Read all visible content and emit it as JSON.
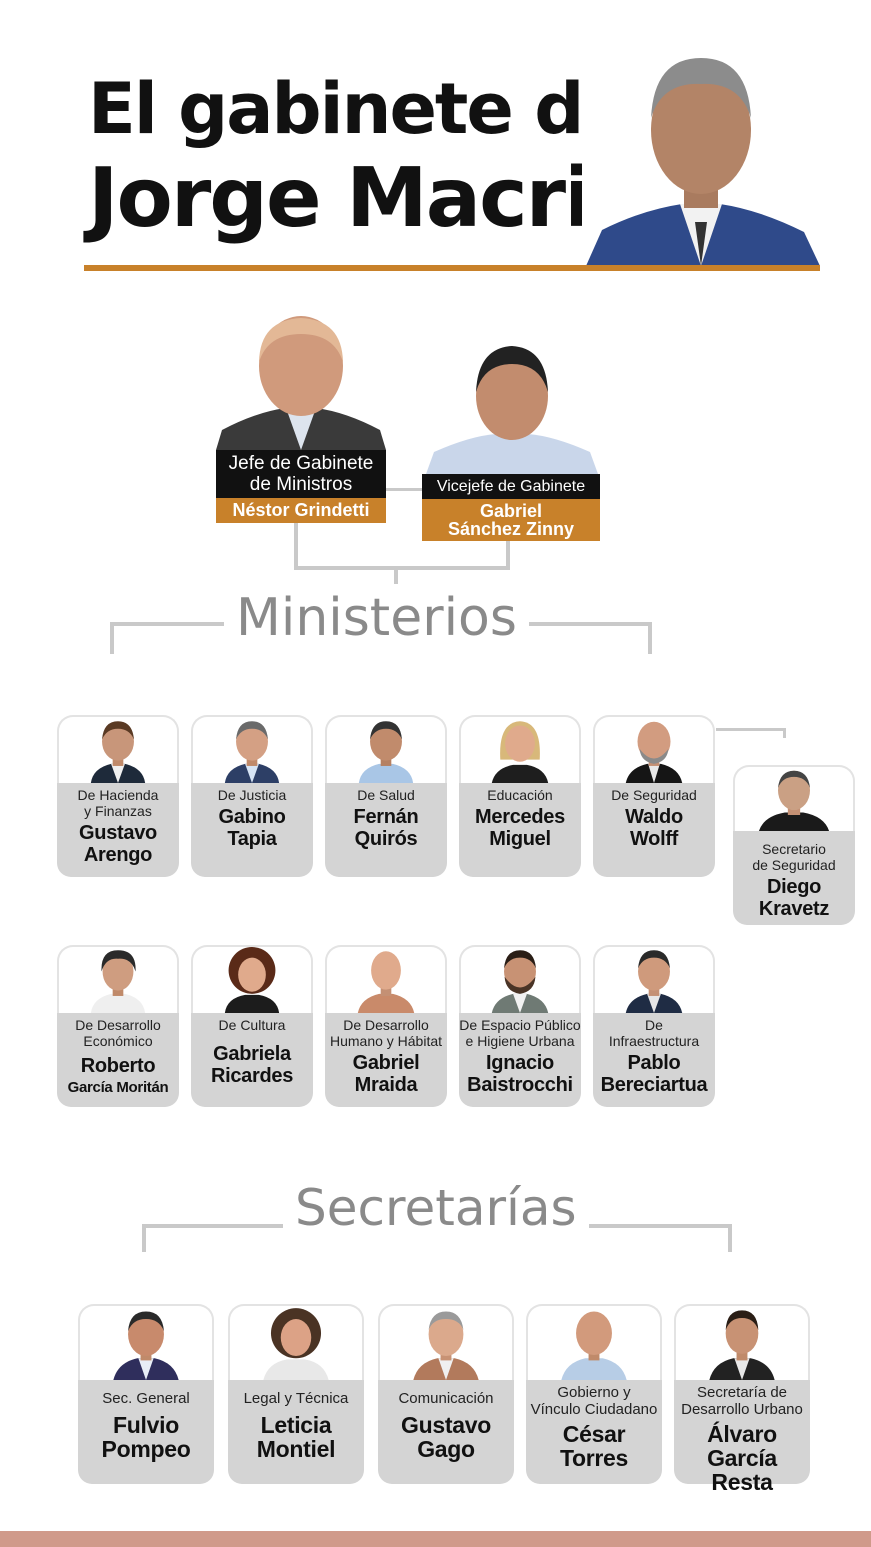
{
  "header": {
    "title_line1": "El gabinete de",
    "title_line2": "Jorge Macri"
  },
  "colors": {
    "accent": "#c8812a",
    "card_bg": "#d4d4d4",
    "connector": "#c9c9c9",
    "section_text": "#8a8a8a",
    "bottom_bar": "#d09a8a"
  },
  "leadership": [
    {
      "role": "Jefe de Gabinete\nde Ministros",
      "name": "Néstor Grindetti"
    },
    {
      "role": "Vicejefe de Gabinete",
      "name": "Gabriel\nSánchez Zinny"
    }
  ],
  "ministerios": {
    "heading": "Ministerios",
    "row1": [
      {
        "role": "De Hacienda\ny Finanzas",
        "name": "Gustavo\nArengo"
      },
      {
        "role": "De Justicia",
        "name": "Gabino\nTapia"
      },
      {
        "role": "De Salud",
        "name": "Fernán\nQuirós"
      },
      {
        "role": "Educación",
        "name": "Mercedes\nMiguel"
      },
      {
        "role": "De Seguridad",
        "name": "Waldo\nWolff"
      }
    ],
    "secretario_seguridad": {
      "role": "Secretario\nde Seguridad",
      "name": "Diego\nKravetz"
    },
    "row2": [
      {
        "role": "De Desarrollo\nEconómico",
        "name": "Roberto",
        "name2": "García Moritán"
      },
      {
        "role": "De Cultura",
        "name": "Gabriela\nRicardes"
      },
      {
        "role": "De Desarrollo\nHumano y Hábitat",
        "name": "Gabriel\nMraida"
      },
      {
        "role": "De Espacio Público\ne Higiene Urbana",
        "name": "Ignacio\nBaistrocchi"
      },
      {
        "role": "De\nInfraestructura",
        "name": "Pablo\nBereciartua"
      }
    ]
  },
  "secretarias": {
    "heading": "Secretarías",
    "items": [
      {
        "role": "Sec. General",
        "name": "Fulvio\nPompeo"
      },
      {
        "role": "Legal y Técnica",
        "name": "Leticia\nMontiel"
      },
      {
        "role": "Comunicación",
        "name": "Gustavo\nGago"
      },
      {
        "role": "Gobierno y\nVínculo Ciudadano",
        "name": "César\nTorres"
      },
      {
        "role": "Secretaría de\nDesarrollo Urbano",
        "name": "Álvaro\nGarcía Resta"
      }
    ]
  }
}
